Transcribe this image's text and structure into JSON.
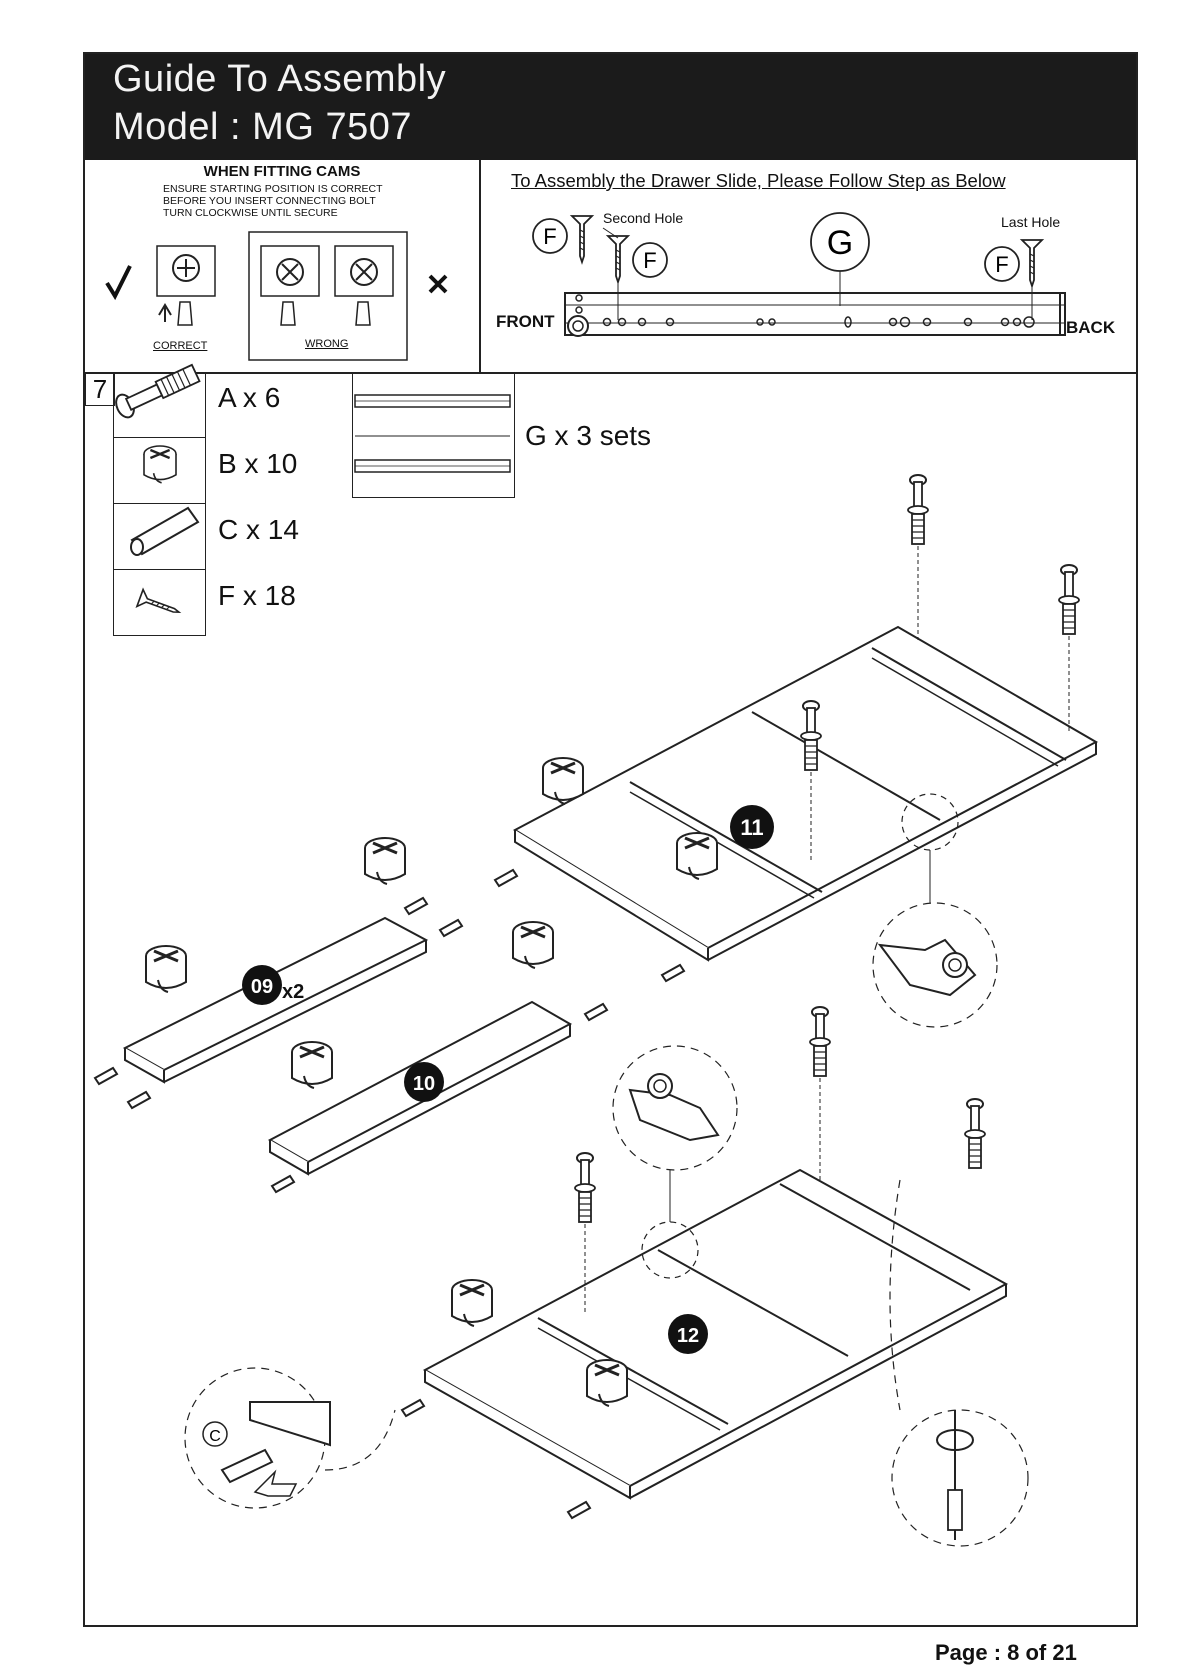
{
  "header": {
    "title_line1": "Guide To Assembly",
    "title_line2": "Model : MG 7507"
  },
  "cams": {
    "title": "WHEN FITTING CAMS",
    "note_line1": "ENSURE STARTING POSITION IS CORRECT",
    "note_line2": "BEFORE YOU INSERT CONNECTING BOLT",
    "note_line3": "TURN CLOCKWISE UNTIL SECURE",
    "correct_label": "CORRECT",
    "wrong_label": "WRONG"
  },
  "drawer_slide": {
    "title": "To Assembly the Drawer Slide, Please Follow Step as Below",
    "second_hole": "Second Hole",
    "last_hole": "Last Hole",
    "front": "FRONT",
    "back": "BACK",
    "screw_letter": "F",
    "slide_letter": "G"
  },
  "step": {
    "number": "7",
    "parts": [
      {
        "label": "A x 6"
      },
      {
        "label": "B x 10"
      },
      {
        "label": "C x 14"
      },
      {
        "label": "F x 18"
      }
    ],
    "slides_label": "G x 3 sets"
  },
  "diagram": {
    "panel_09": "09",
    "panel_09_qty": "x2",
    "panel_10": "10",
    "panel_11": "11",
    "panel_12": "12",
    "dowel_detail_letter": "C"
  },
  "footer": {
    "page": "Page : 8 of 21"
  }
}
